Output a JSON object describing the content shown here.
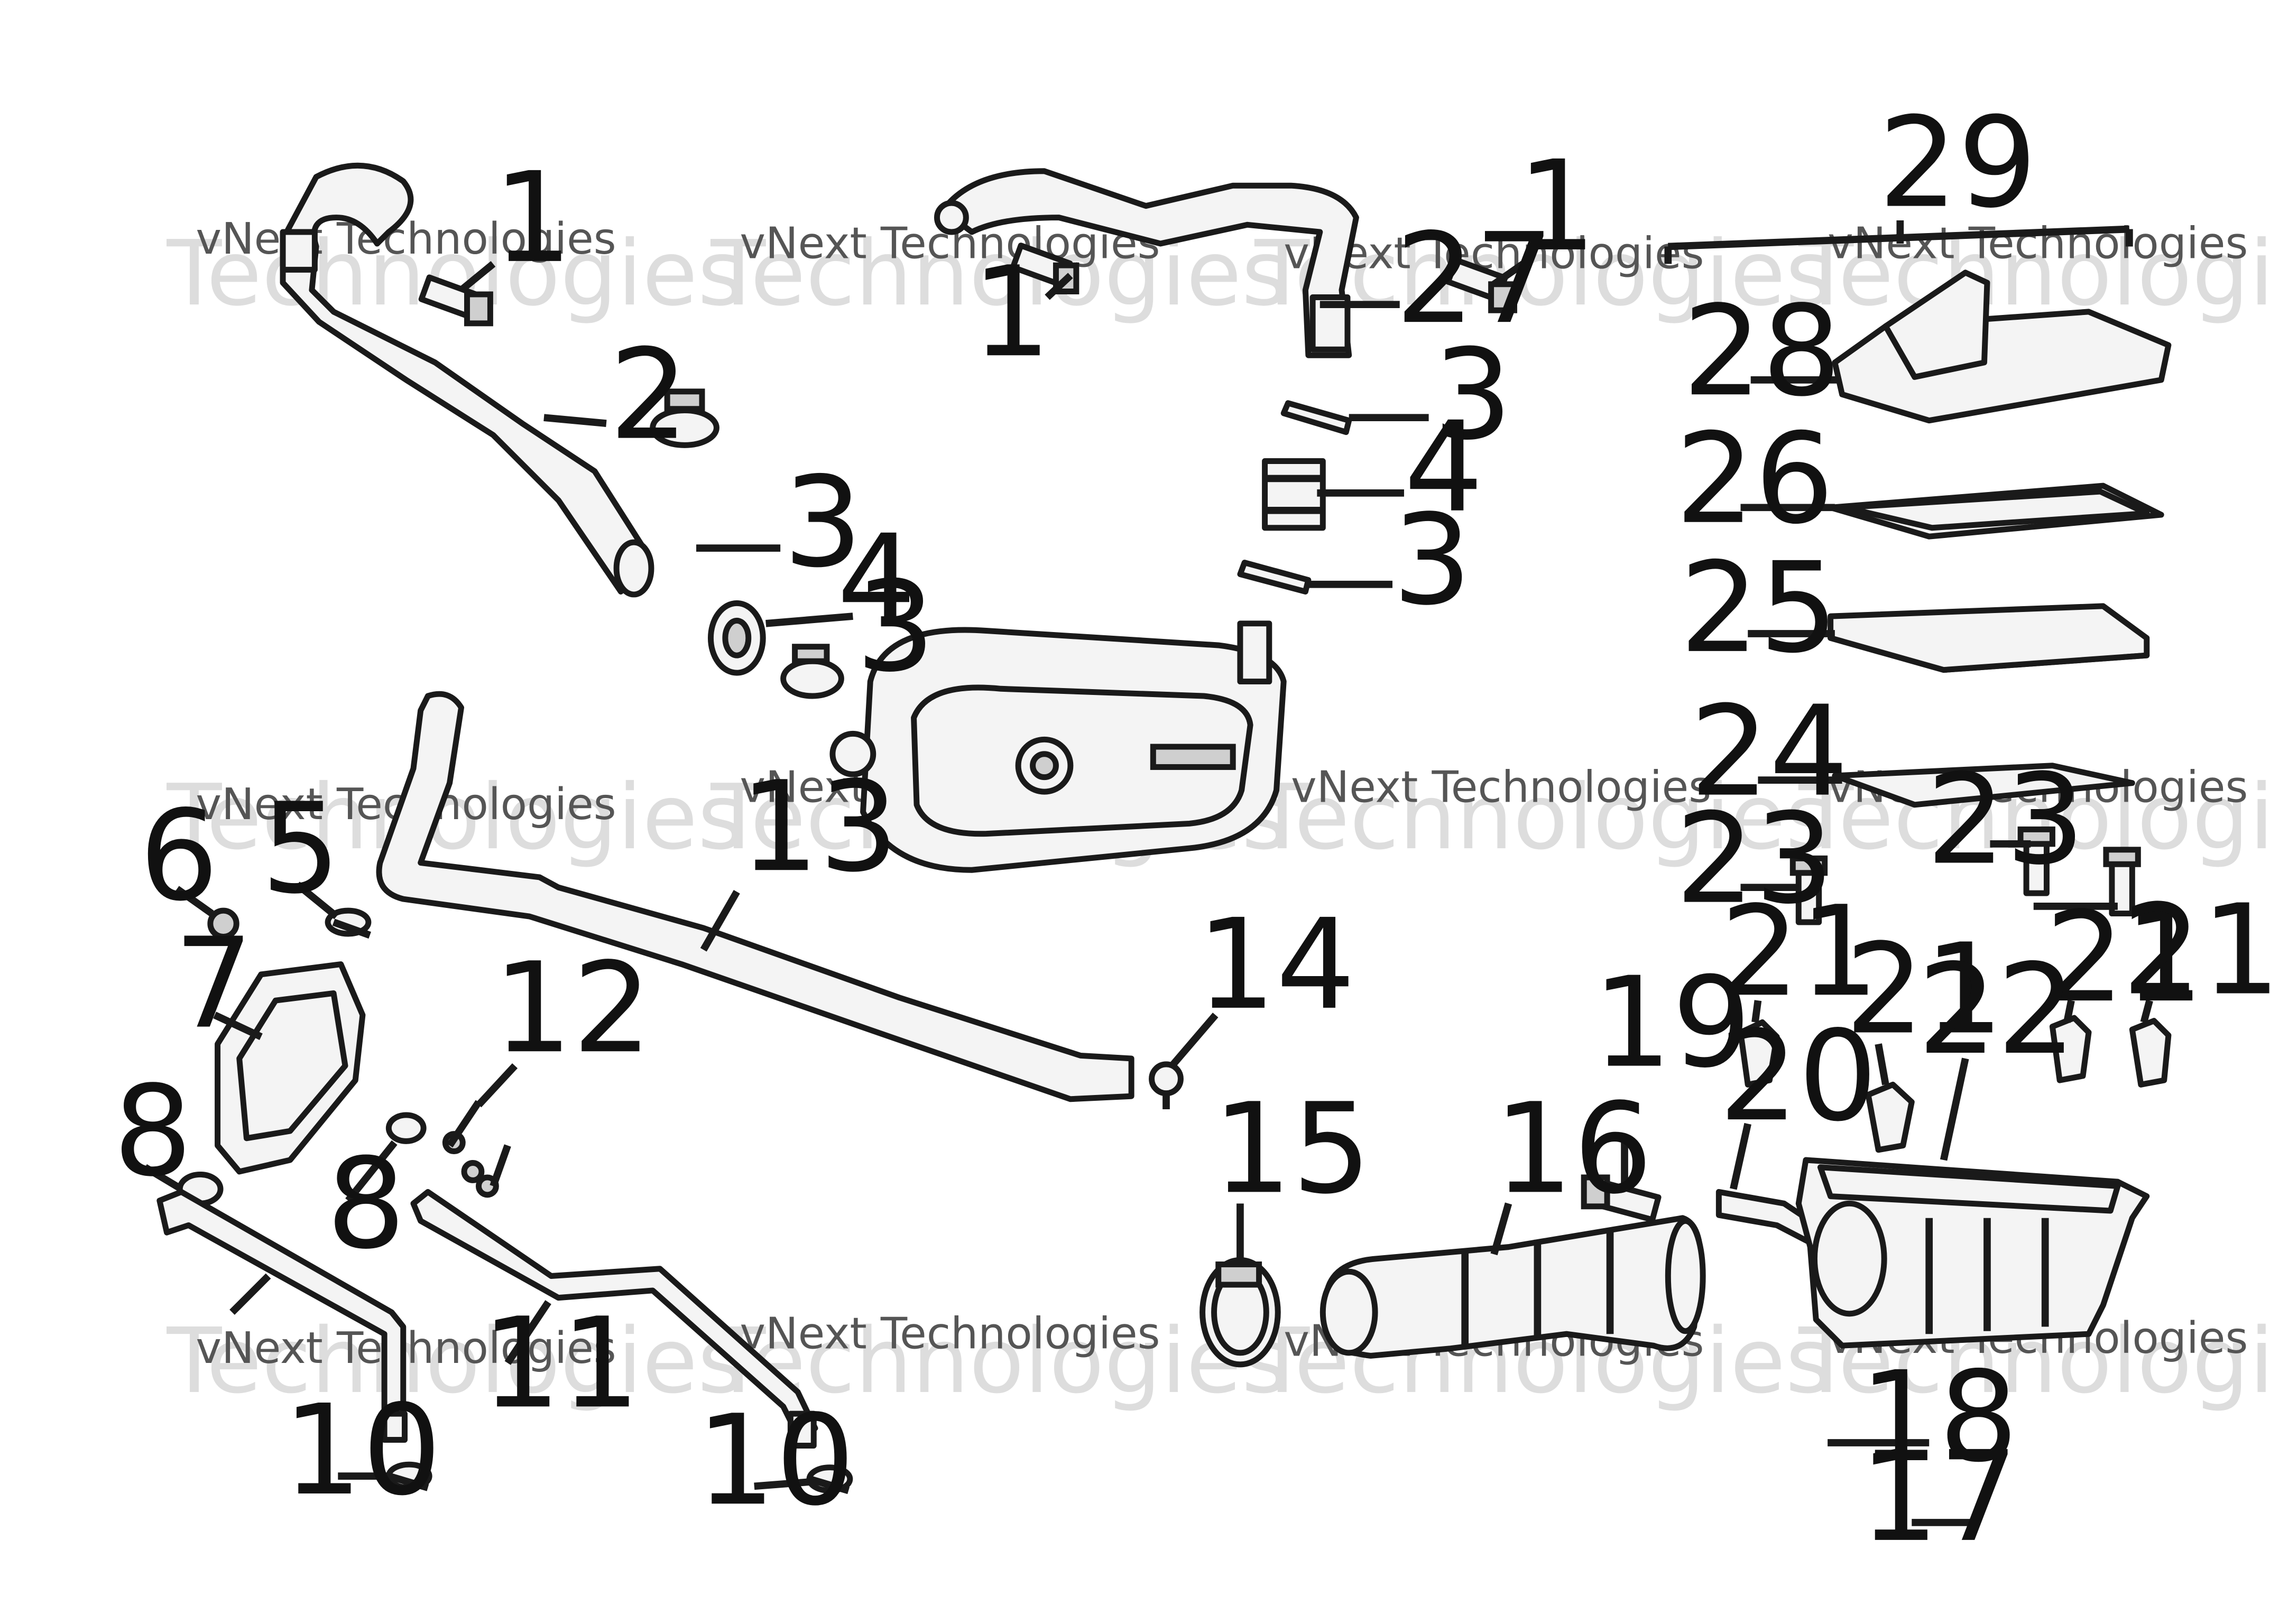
{
  "diagram": {
    "watermark": {
      "small_text": "vNext Technologies",
      "large_text": "Technologies",
      "tag_text": "vNext"
    },
    "callouts": [
      {
        "id": "c1a",
        "label": "1"
      },
      {
        "id": "c1b",
        "label": "1"
      },
      {
        "id": "c1c",
        "label": "1"
      },
      {
        "id": "c2",
        "label": "2"
      },
      {
        "id": "c3a",
        "label": "3"
      },
      {
        "id": "c3b",
        "label": "3"
      },
      {
        "id": "c3c",
        "label": "3"
      },
      {
        "id": "c3d",
        "label": "3"
      },
      {
        "id": "c4a",
        "label": "4"
      },
      {
        "id": "c4b",
        "label": "4"
      },
      {
        "id": "c5",
        "label": "5"
      },
      {
        "id": "c6",
        "label": "6"
      },
      {
        "id": "c7",
        "label": "7"
      },
      {
        "id": "c8a",
        "label": "8"
      },
      {
        "id": "c8b",
        "label": "8"
      },
      {
        "id": "c10a",
        "label": "10"
      },
      {
        "id": "c10b",
        "label": "10"
      },
      {
        "id": "c11",
        "label": "11"
      },
      {
        "id": "c12",
        "label": "12"
      },
      {
        "id": "c13",
        "label": "13"
      },
      {
        "id": "c14",
        "label": "14"
      },
      {
        "id": "c15",
        "label": "15"
      },
      {
        "id": "c16",
        "label": "16"
      },
      {
        "id": "c17",
        "label": "17"
      },
      {
        "id": "c18",
        "label": "18"
      },
      {
        "id": "c19",
        "label": "19"
      },
      {
        "id": "c20",
        "label": "20"
      },
      {
        "id": "c21a",
        "label": "21"
      },
      {
        "id": "c21b",
        "label": "21"
      },
      {
        "id": "c21c",
        "label": "21"
      },
      {
        "id": "c21d",
        "label": "21"
      },
      {
        "id": "c22",
        "label": "22"
      },
      {
        "id": "c23a",
        "label": "23"
      },
      {
        "id": "c23b",
        "label": "23"
      },
      {
        "id": "c24",
        "label": "24"
      },
      {
        "id": "c25",
        "label": "25"
      },
      {
        "id": "c26",
        "label": "26"
      },
      {
        "id": "c27",
        "label": "27"
      },
      {
        "id": "c28",
        "label": "28"
      },
      {
        "id": "c29",
        "label": "29"
      }
    ]
  }
}
